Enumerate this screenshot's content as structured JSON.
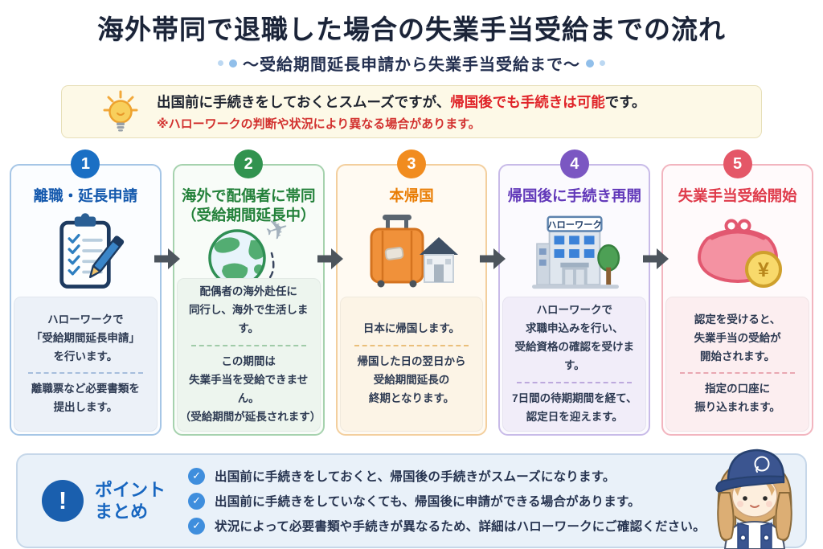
{
  "header": {
    "title": "海外帯同で退職した場合の失業手当受給までの流れ",
    "subtitle": "～受給期間延長申請から失業手当受給まで～"
  },
  "notice": {
    "line1_before": "出国前に手続きをしておくとスムーズですが、",
    "line1_highlight": "帰国後でも手続きは可能",
    "line1_after": "です。",
    "line2": "※ハローワークの判断や状況により異なる場合があります。"
  },
  "steps": [
    {
      "number": "1",
      "title": "離職・延長申請",
      "icon": "clipboard-checklist-icon",
      "body_top": "ハローワークで\n「受給期間延長申請」\nを行います。",
      "body_bottom": "離職票など必要書類を\n提出します。",
      "colors": {
        "accent": "#1a6fc4",
        "title": "#1358ad",
        "border": "#a6c6e6",
        "top": "#fbfdff",
        "panel": "#ecf1f8",
        "divider": "#a6bedd"
      }
    },
    {
      "number": "2",
      "title": "海外で配偶者に帯同\n（受給期間延長中）",
      "icon": "globe-airplane-icon",
      "body_top": "配偶者の海外赴任に\n同行し、海外で生活します。",
      "body_bottom": "この期間は\n失業手当を受給できません。\n（受給期間が延長されます）",
      "colors": {
        "accent": "#31934f",
        "title": "#23813a",
        "border": "#a6d2ae",
        "top": "#f8fcf8",
        "panel": "#edf5ee",
        "divider": "#a0cba8"
      }
    },
    {
      "number": "3",
      "title": "本帰国",
      "icon": "suitcase-house-icon",
      "body_top": "日本に帰国します。",
      "body_bottom": "帰国した日の翌日から\n受給期間延長の\n終期となります。",
      "colors": {
        "accent": "#f18c1f",
        "title": "#e97d04",
        "border": "#f3cf9e",
        "top": "#fffaf2",
        "panel": "#fcf4e6",
        "divider": "#eabf7a"
      }
    },
    {
      "number": "4",
      "title": "帰国後に手続き再開",
      "icon": "hellowork-building-icon",
      "body_top": "ハローワークで\n求職申込みを行い、\n受給資格の確認を受けます。",
      "body_bottom": "7日間の待期期間を経て、\n認定日を迎えます。",
      "colors": {
        "accent": "#7b57c2",
        "title": "#6138b9",
        "border": "#c8bbe8",
        "top": "#fbfafe",
        "panel": "#f1edf9",
        "divider": "#bda9dd"
      }
    },
    {
      "number": "5",
      "title": "失業手当受給開始",
      "icon": "coin-purse-icon",
      "body_top": "認定を受けると、\n失業手当の受給が\n開始されます。",
      "body_bottom": "指定の口座に\n振り込まれます。",
      "colors": {
        "accent": "#e45767",
        "title": "#df3a4a",
        "border": "#f2b5bf",
        "top": "#fffafb",
        "panel": "#fceef0",
        "divider": "#e9a7b2"
      }
    }
  ],
  "points": {
    "label": "ポイント\nまとめ",
    "items": [
      "出国前に手続きをしておくと、帰国後の手続きがスムーズになります。",
      "出国前に手続きをしていなくても、帰国後に申請ができる場合があります。",
      "状況によって必要書類や手続きが異なるため、詳細はハローワークにご確認ください。"
    ]
  },
  "icons": {
    "check_glyph": "✓",
    "exclamation_glyph": "!",
    "airplane_glyph": "✈",
    "yen_symbol": "¥",
    "hellowork_sign": "ハローワーク"
  },
  "theme": {
    "title_color": "#1b2438",
    "subtitle_color": "#243050",
    "dot_color": "#85b8e8",
    "notice_bg": "#fdf9e7",
    "notice_border": "#e7dfb8",
    "notice_text": "#1f2430",
    "notice_highlight": "#e02328",
    "notice_caption": "#d2302e",
    "arrow_color": "#4d555d",
    "body_text": "#2d3a52",
    "points_bg": "#e9f1f9",
    "points_border": "#c6d7e9",
    "points_accent": "#1766c0",
    "check_bg": "#3f8edd",
    "excl_bg": "#1a5fae"
  }
}
